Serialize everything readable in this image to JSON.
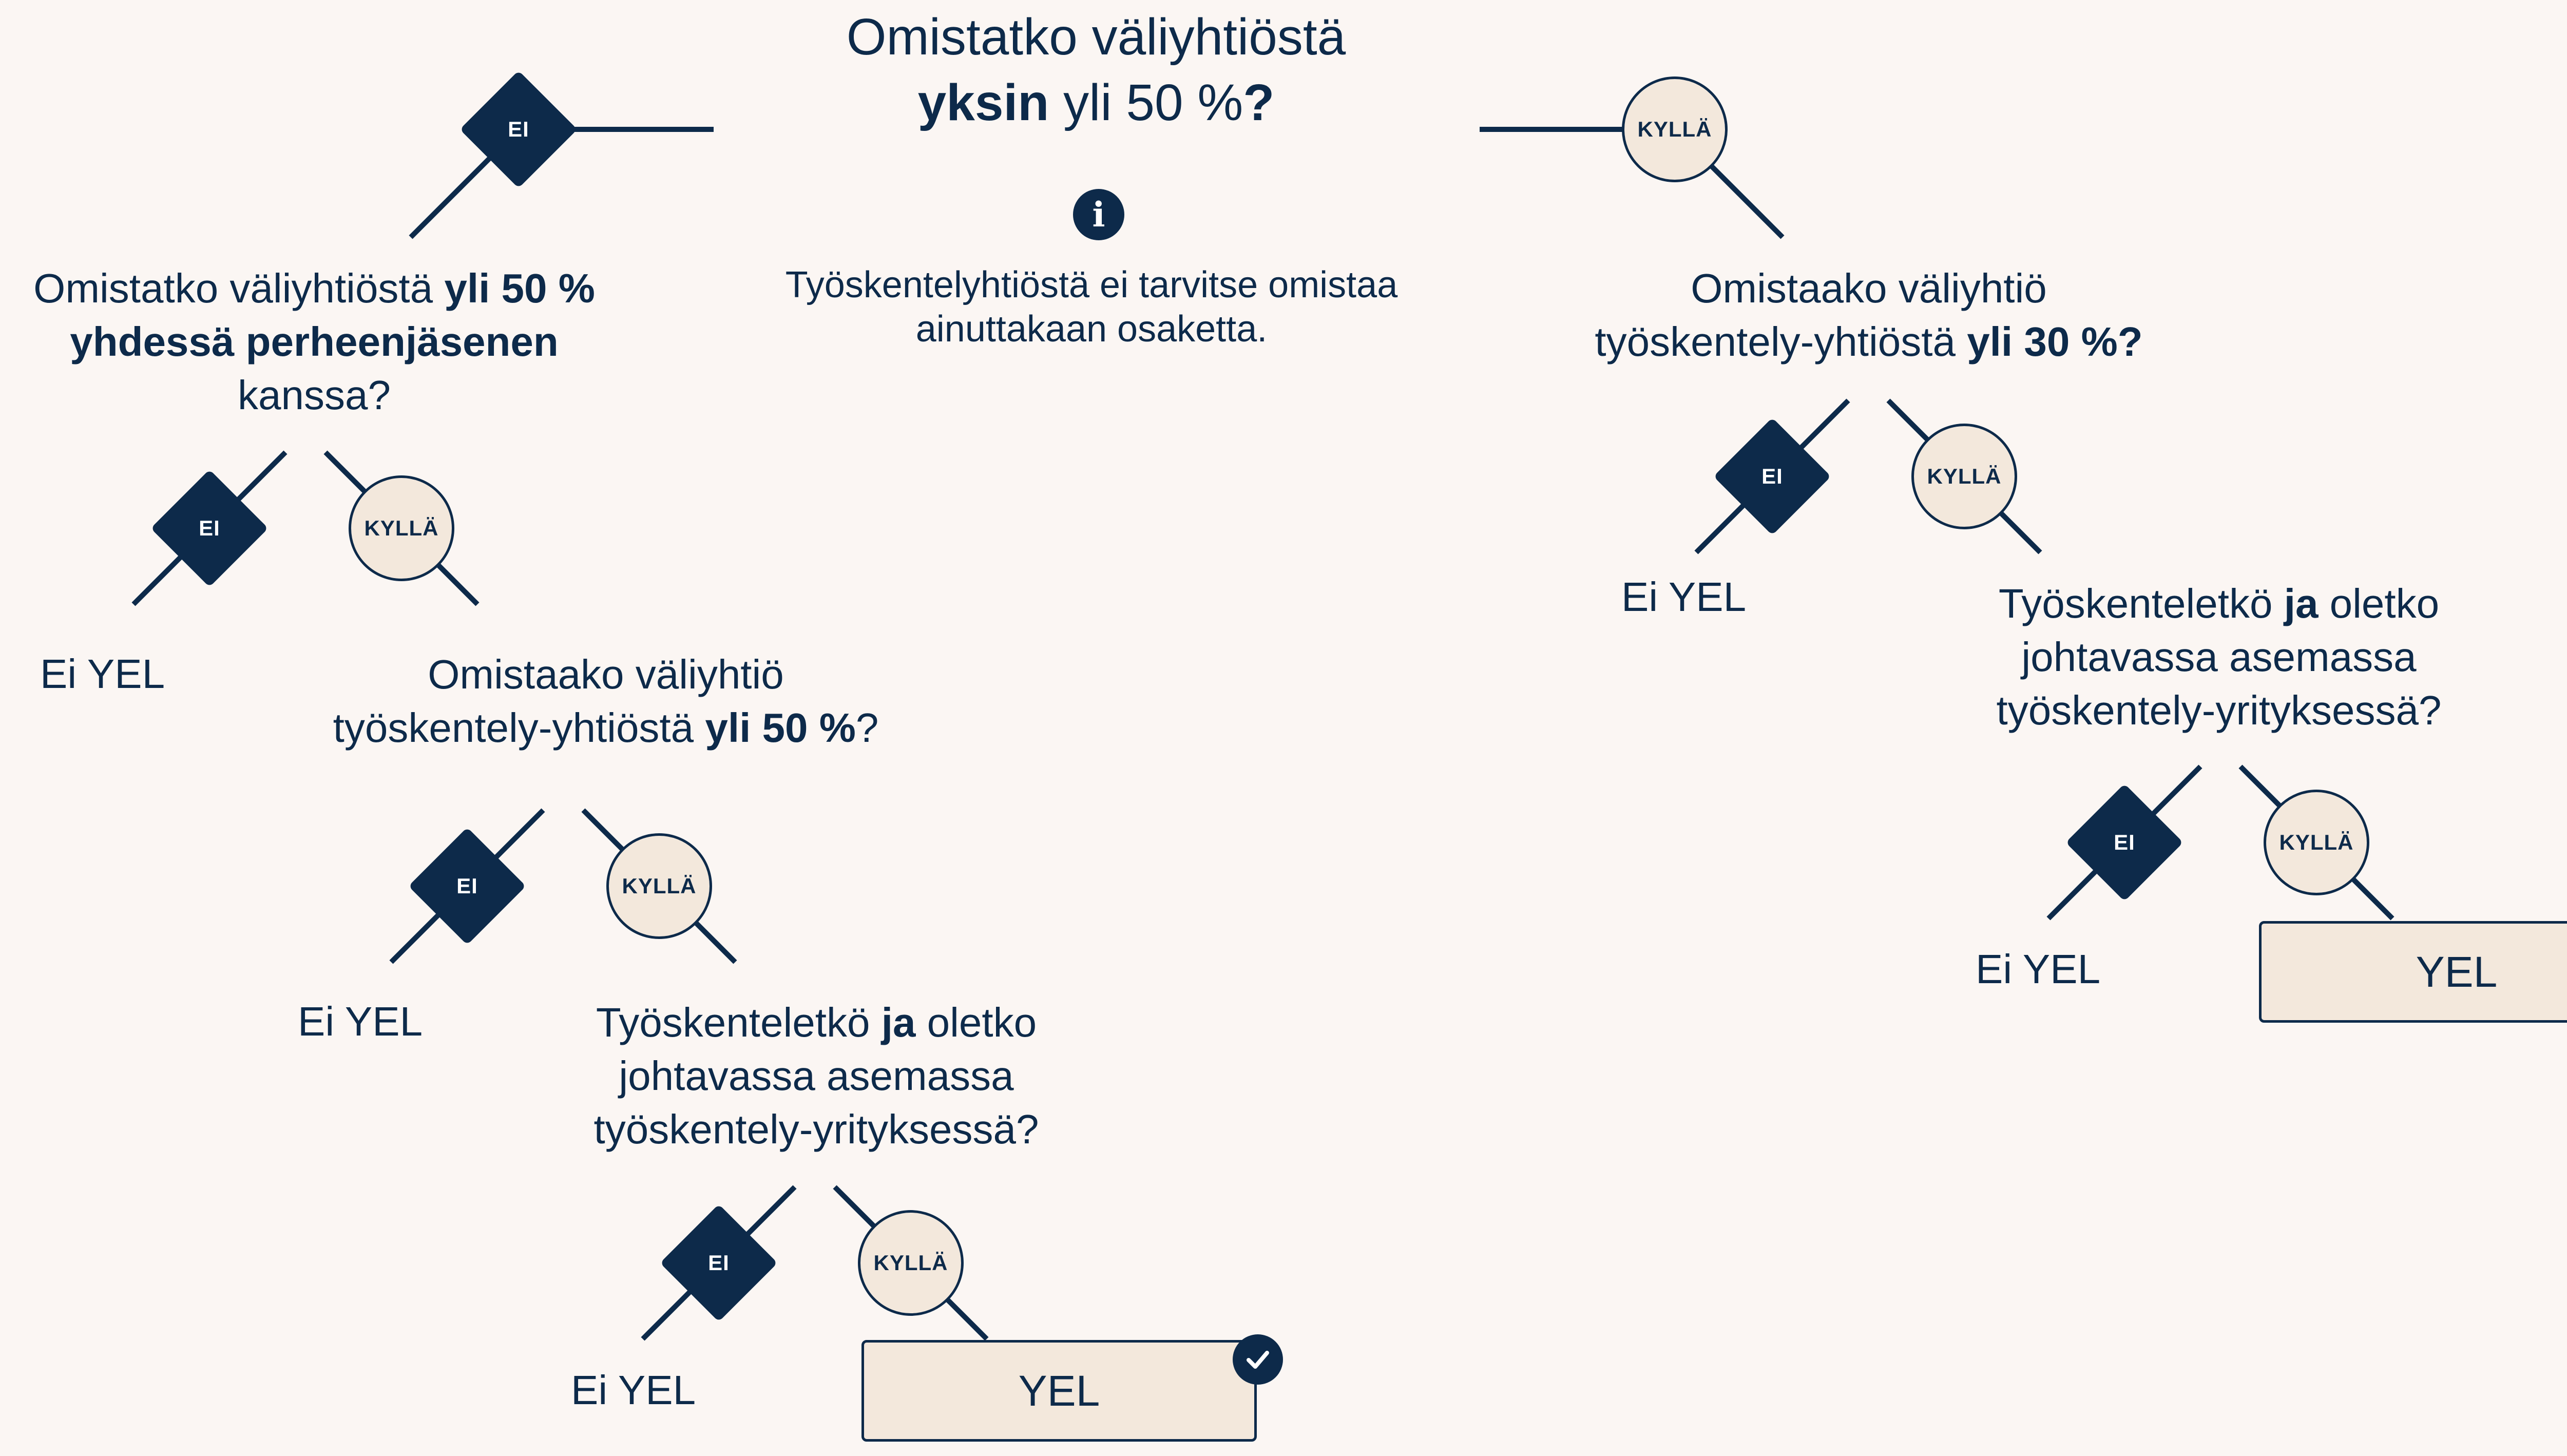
{
  "colors": {
    "navy": "#0d2a4a",
    "cream": "#f3e8dc",
    "background": "#fbf6f3"
  },
  "root": {
    "question_line1": "Omistatko väliyhtiöstä",
    "question_bold": "yksin",
    "question_rest": " yli 50 %",
    "question_mark": "?",
    "info_icon": "info-icon",
    "info_line1": "Työskentelyhtiöstä ei tarvitse omistaa",
    "info_line2": "ainuttakaan osaketta.",
    "no_label": "EI",
    "yes_label": "KYLLÄ"
  },
  "left": {
    "question_plain1": "Omistatko väliyhtiöstä ",
    "question_bold1": "yli 50 %",
    "question_bold2": "yhdessä perheenjäsenen",
    "question_plain2": "kanssa?",
    "no_label": "EI",
    "yes_label": "KYLLÄ",
    "no_result": "Ei YEL",
    "sub": {
      "question_line1": "Omistaako väliyhtiö",
      "question_plain": "työskentely-yhtiöstä ",
      "question_bold": "yli 50 %",
      "question_mark": "?",
      "no_label": "EI",
      "yes_label": "KYLLÄ",
      "no_result": "Ei YEL",
      "final": {
        "q_plain1": "Työskenteletkö ",
        "q_bold": "ja",
        "q_plain2": " oletko",
        "q_line2": "johtavassa asemassa",
        "q_line3": "työskentely-yrityksessä?",
        "no_label": "EI",
        "yes_label": "KYLLÄ",
        "no_result": "Ei YEL",
        "yes_result": "YEL",
        "check_icon": "checkmark-icon"
      }
    }
  },
  "right": {
    "question_line1": "Omistaako väliyhtiö",
    "question_plain": "työskentely-yhtiöstä ",
    "question_bold": "yli 30 %?",
    "no_label": "EI",
    "yes_label": "KYLLÄ",
    "no_result": "Ei YEL",
    "final": {
      "q_plain1": "Työskenteletkö ",
      "q_bold": "ja",
      "q_plain2": " oletko",
      "q_line2": "johtavassa asemassa",
      "q_line3": "työskentely-yrityksessä?",
      "no_label": "EI",
      "yes_label": "KYLLÄ",
      "no_result": "Ei YEL",
      "yes_result": "YEL",
      "check_icon": "checkmark-icon"
    }
  }
}
